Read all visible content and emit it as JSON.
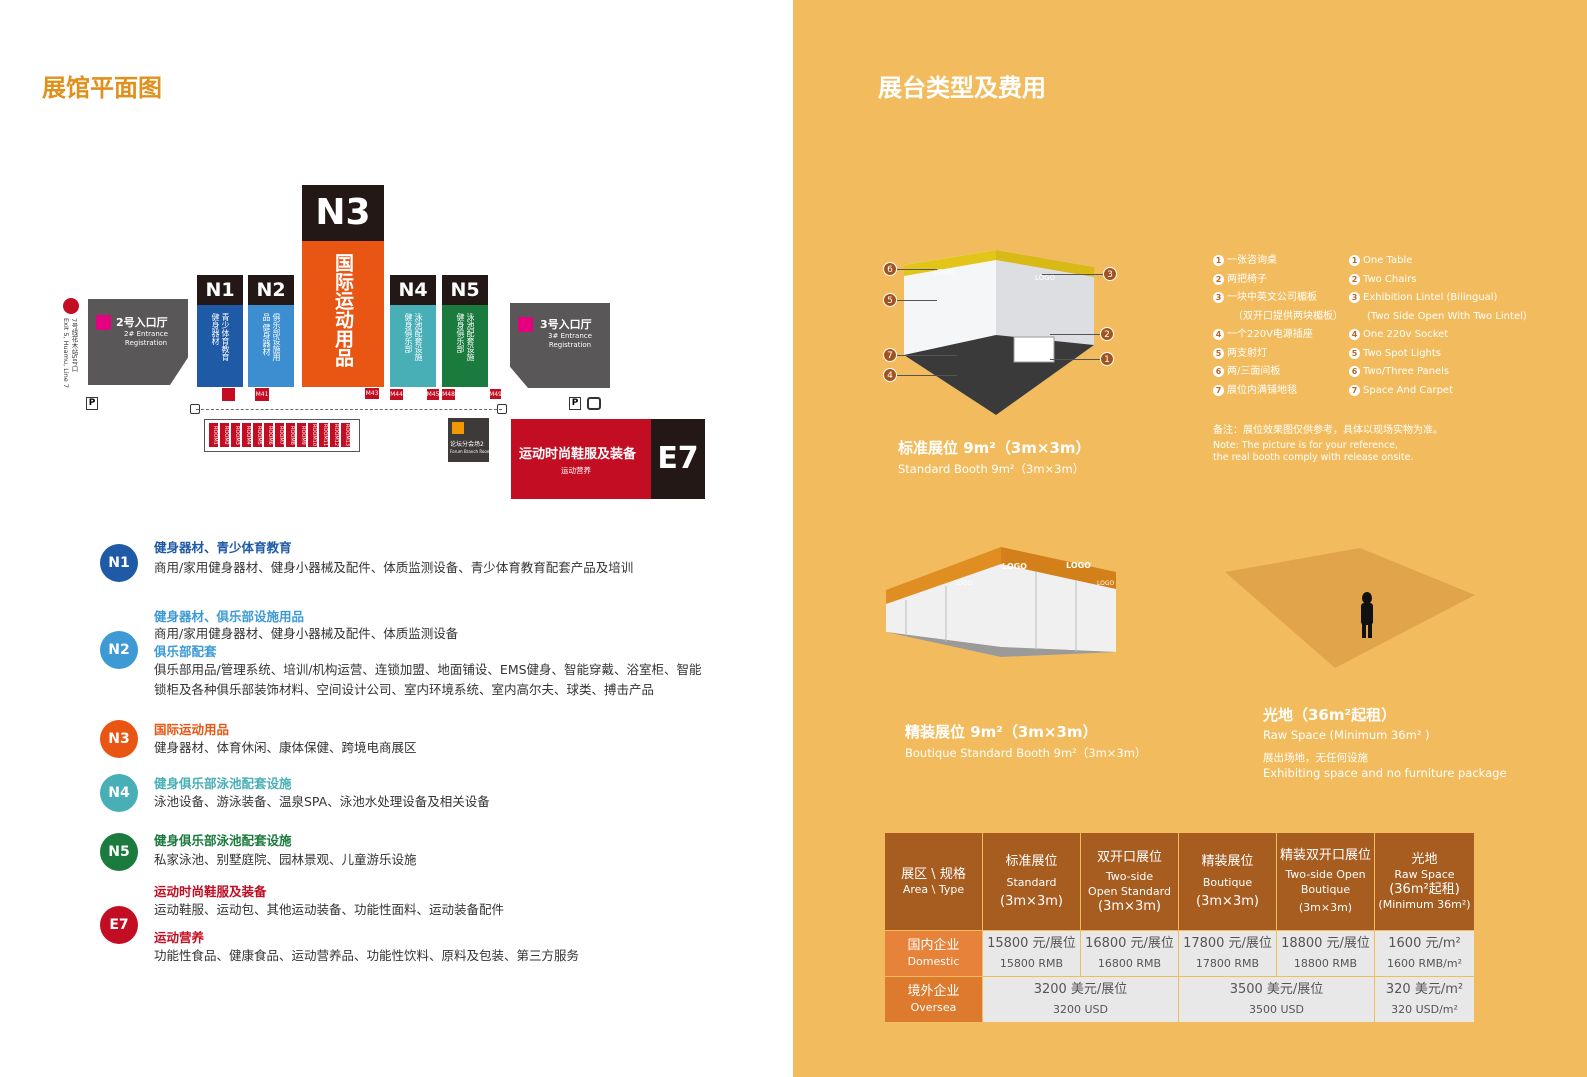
{
  "left": {
    "title": "展馆平面图",
    "metro": "7号线花木站5号口",
    "metro_en": "Exit 5, Huamu, Line 7",
    "entrance2": {
      "title": "2号入口厅",
      "sub1": "2# Entrance",
      "sub2": "Registration"
    },
    "entrance3": {
      "title": "3号入口厅",
      "sub1": "3# Entrance",
      "sub2": "Registration"
    },
    "halls": {
      "N1": {
        "code": "N1",
        "desc": "青少体育教育 健身器材"
      },
      "N2": {
        "code": "N2",
        "desc": "俱乐部设施用品 健身器材"
      },
      "N3": {
        "code": "N3",
        "desc": "国际运动用品"
      },
      "N4": {
        "code": "N4",
        "desc": "泳池配套设施 健身俱乐部"
      },
      "N5": {
        "code": "N5",
        "desc": "泳池配套设施 健身俱乐部"
      },
      "E7": {
        "code": "E7",
        "desc": "运动时尚鞋服及装备",
        "sub": "运动营养"
      }
    },
    "meeting": {
      "m41": "M41",
      "m43": "M43",
      "m44": "M44",
      "m45": "M45",
      "m48": "M48",
      "m49": "M49"
    },
    "forum": {
      "title": "论坛分会场2",
      "sub": "Forum Branch Room"
    },
    "rooms": [
      "ROOM1",
      "ROOM2",
      "ROOM3",
      "ROOM4",
      "ROOM5",
      "ROOM6",
      "ROOM7",
      "ROOM8",
      "ROOM9",
      "ROOM10",
      "ROOM11",
      "ROOM12",
      "ROOM13"
    ],
    "parking": "P",
    "legend": [
      {
        "code": "N1",
        "color": "#1f5aa6",
        "title": "健身器材、青少体育教育",
        "title_color": "#1f5aa6",
        "text": "商用/家用健身器材、健身小器械及配件、体质监测设备、青少体育教育配套产品及培训"
      },
      {
        "code": "N2",
        "color": "#3d9ad5",
        "title": "健身器材、俱乐部设施用品",
        "title_color": "#3d9ad5",
        "text": "商用/家用健身器材、健身小器械及配件、体质监测设备",
        "title2": "俱乐部配套",
        "text2a": "俱乐部用品/管理系统、培训/机构运营、连锁加盟、地面铺设、EMS健身、智能穿戴、浴室柜、智能",
        "text2b": "锁柜及各种俱乐部装饰材料、空间设计公司、室内环境系统、室内高尔夫、球类、搏击产品"
      },
      {
        "code": "N3",
        "color": "#e95513",
        "title": "国际运动用品",
        "title_color": "#e95513",
        "text": "健身器材、体育休闲、康体保健、跨境电商展区"
      },
      {
        "code": "N4",
        "color": "#48afb7",
        "title": "健身俱乐部泳池配套设施",
        "title_color": "#48afb7",
        "text": "泳池设备、游泳装备、温泉SPA、泳池水处理设备及相关设备"
      },
      {
        "code": "N5",
        "color": "#1b7a3d",
        "title": "健身俱乐部泳池配套设施",
        "title_color": "#1b7a3d",
        "text": "私家泳池、别墅庭院、园林景观、儿童游乐设施"
      },
      {
        "code": "E7",
        "color": "#c30d23",
        "title": "运动时尚鞋服及装备",
        "title_color": "#c30d23",
        "text": "运动鞋服、运动包、其他运动装备、功能性面料、运动装备配件",
        "title2": "运动营养",
        "text2a": "功能性食品、健康食品、运动营养品、功能性饮料、原料及包装、第三方服务"
      }
    ]
  },
  "right": {
    "title": "展台类型及费用",
    "standard": {
      "title": "标准展位 9m²（3m×3m）",
      "sub": "Standard Booth 9m²（3m×3m）"
    },
    "boutique": {
      "title": "精装展位 9m²（3m×3m）",
      "sub": "Boutique Standard Booth 9m²（3m×3m）"
    },
    "raw": {
      "title": "光地（36m²起租）",
      "sub": "Raw Space (Minimum 36m² )",
      "desc1": "展出场地，无任何设施",
      "desc2": "Exhibiting space and no furniture package"
    },
    "features_cn": [
      "一张咨询桌",
      "两把椅子",
      "一块中英文公司楣板",
      "（双开口提供两块楣板）",
      "一个220V电源插座",
      "两支射灯",
      "两/三面间板",
      "展位内满铺地毯"
    ],
    "features_en": [
      "One Table",
      "Two Chairs",
      "Exhibition Lintel (Bilingual)",
      "(Two Side Open With Two Lintel)",
      "One 220v Socket",
      "Two Spot Lights",
      "Two/Three Panels",
      "Space And Carpet"
    ],
    "note_cn": "备注：展位效果图仅供参考，具体以现场实物为准。",
    "note_en1": "Note: The picture is for your reference,",
    "note_en2": "the real booth comply with release onsite.",
    "lintel": "LOGO",
    "table": {
      "headers": [
        {
          "cn": "展区 \\ 规格",
          "en": "Area \\ Type"
        },
        {
          "cn": "标准展位",
          "en": "Standard",
          "size": "(3m×3m)"
        },
        {
          "cn": "双开口展位",
          "en": "Two-side",
          "en2": "Open Standard",
          "size": "(3m×3m)"
        },
        {
          "cn": "精装展位",
          "en": "Boutique",
          "size": "(3m×3m)"
        },
        {
          "cn": "精装双开口展位",
          "en": "Two-side Open",
          "en2": "Boutique",
          "size": "(3m×3m)"
        },
        {
          "cn": "光地",
          "en": "Raw Space",
          "size": "(36m²起租)",
          "min": "(Minimum 36m²)"
        }
      ],
      "domestic": {
        "cn": "国内企业",
        "en": "Domestic",
        "prices": [
          {
            "cn": "15800 元/展位",
            "en": "15800 RMB"
          },
          {
            "cn": "16800 元/展位",
            "en": "16800 RMB"
          },
          {
            "cn": "17800 元/展位",
            "en": "17800 RMB"
          },
          {
            "cn": "18800 元/展位",
            "en": "18800 RMB"
          },
          {
            "cn": "1600 元/m²",
            "en": "1600 RMB/m²"
          }
        ]
      },
      "overseas": {
        "cn": "境外企业",
        "en": "Oversea",
        "prices": [
          {
            "cn": "3200 美元/展位",
            "en": "3200 USD"
          },
          {
            "cn": "3500 美元/展位",
            "en": "3500 USD"
          },
          {
            "cn": "320 美元/m²",
            "en": "320 USD/m²"
          }
        ]
      }
    }
  }
}
